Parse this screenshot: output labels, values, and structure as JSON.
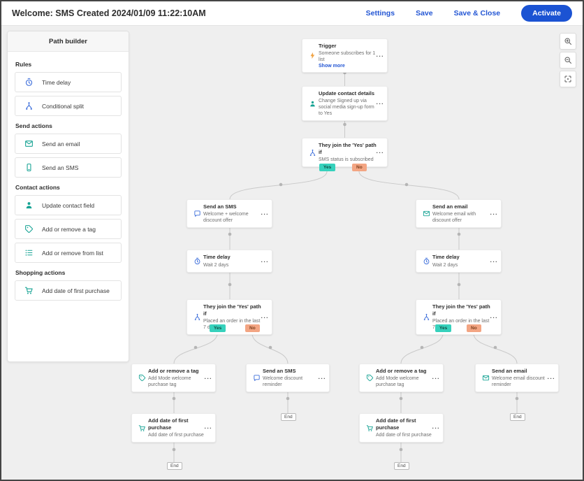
{
  "header": {
    "title": "Welcome: SMS Created 2024/01/09 11:22:10AM",
    "settings_label": "Settings",
    "save_label": "Save",
    "save_close_label": "Save & Close",
    "activate_label": "Activate"
  },
  "colors": {
    "accent_blue": "#2356d4",
    "activate_button": "#1b53d3",
    "teal_icon": "#17a394",
    "blue_icon": "#3e6fdb",
    "trigger_orange": "#f0a13f",
    "yes_badge": "#36d1bc",
    "no_badge": "#f3a583",
    "canvas_bg": "#efefef"
  },
  "sidebar": {
    "title": "Path builder",
    "sections": [
      {
        "label": "Rules",
        "items": [
          {
            "label": "Time delay",
            "icon": "stopwatch-icon"
          },
          {
            "label": "Conditional split",
            "icon": "split-icon"
          }
        ]
      },
      {
        "label": "Send actions",
        "items": [
          {
            "label": "Send an email",
            "icon": "envelope-icon"
          },
          {
            "label": "Send an SMS",
            "icon": "smartphone-icon"
          }
        ]
      },
      {
        "label": "Contact actions",
        "items": [
          {
            "label": "Update contact field",
            "icon": "person-icon"
          },
          {
            "label": "Add or remove a tag",
            "icon": "tag-icon"
          },
          {
            "label": "Add or remove from list",
            "icon": "list-icon"
          }
        ]
      },
      {
        "label": "Shopping actions",
        "items": [
          {
            "label": "Add date of first purchase",
            "icon": "cart-icon"
          }
        ]
      }
    ]
  },
  "icons": {
    "more": "···"
  },
  "flow": {
    "badges": {
      "yes": "Yes",
      "no": "No",
      "end": "End"
    },
    "nodes": [
      {
        "title": "Trigger",
        "subtitle": "Someone subscribes for 1 list",
        "link": "Show more",
        "icon": "bolt-icon"
      },
      {
        "title": "Update contact details",
        "subtitle": "Change Signed up via social media sign-up form to Yes",
        "icon": "person-icon"
      },
      {
        "title": "They join the 'Yes' path if",
        "subtitle": "SMS status is subscribed",
        "icon": "split-icon"
      },
      {
        "title": "Send an SMS",
        "subtitle": "Welcome + welcome discount offer",
        "icon": "chat-icon"
      },
      {
        "title": "Send an email",
        "subtitle": "Welcome email with discount offer",
        "icon": "envelope-icon"
      },
      {
        "title": "Time delay",
        "subtitle": "Wait 2 days",
        "icon": "stopwatch-icon"
      },
      {
        "title": "Time delay",
        "subtitle": "Wait 2 days",
        "icon": "stopwatch-icon"
      },
      {
        "title": "They join the 'Yes' path if",
        "subtitle": "Placed an order in the last 7 days",
        "icon": "split-icon"
      },
      {
        "title": "They join the 'Yes' path if",
        "subtitle": "Placed an order in the last 7 days",
        "icon": "split-icon"
      },
      {
        "title": "Add or remove a tag",
        "subtitle": "Add Mode welcome purchase tag",
        "icon": "tag-icon"
      },
      {
        "title": "Send an SMS",
        "subtitle": "Welcome discount reminder",
        "icon": "chat-icon"
      },
      {
        "title": "Add or remove a tag",
        "subtitle": "Add Mode welcome purchase tag",
        "icon": "tag-icon"
      },
      {
        "title": "Send an email",
        "subtitle": "Welcome email discount reminder",
        "icon": "envelope-icon"
      },
      {
        "title": "Add date of first purchase",
        "subtitle": "Add date of first purchase",
        "icon": "cart-icon"
      },
      {
        "title": "Add date of first purchase",
        "subtitle": "Add date of first purchase",
        "icon": "cart-icon"
      }
    ]
  }
}
